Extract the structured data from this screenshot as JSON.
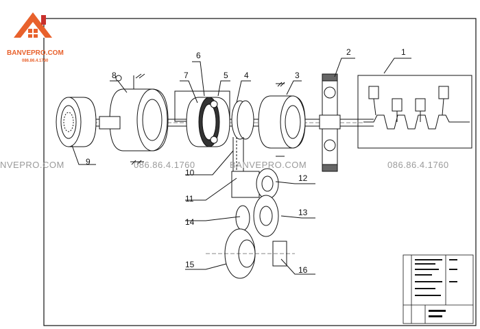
{
  "brand": {
    "name": "BANVEPRO.COM",
    "phone": "086.86.4.1760"
  },
  "watermark": {
    "left_fragment": "NVEPRO.COM",
    "phone_1": "086.86.4.1760",
    "center": "BANVEPRO.COM",
    "phone_2": "086.86.4.1760"
  },
  "callouts": [
    "1",
    "2",
    "3",
    "4",
    "5",
    "6",
    "7",
    "8",
    "9",
    "10",
    "11",
    "12",
    "13",
    "14",
    "15",
    "16"
  ],
  "colors": {
    "line": "#111111",
    "watermark": "#9a9a9a",
    "brand_orange": "#e8612c",
    "brand_red": "#c9302c"
  }
}
